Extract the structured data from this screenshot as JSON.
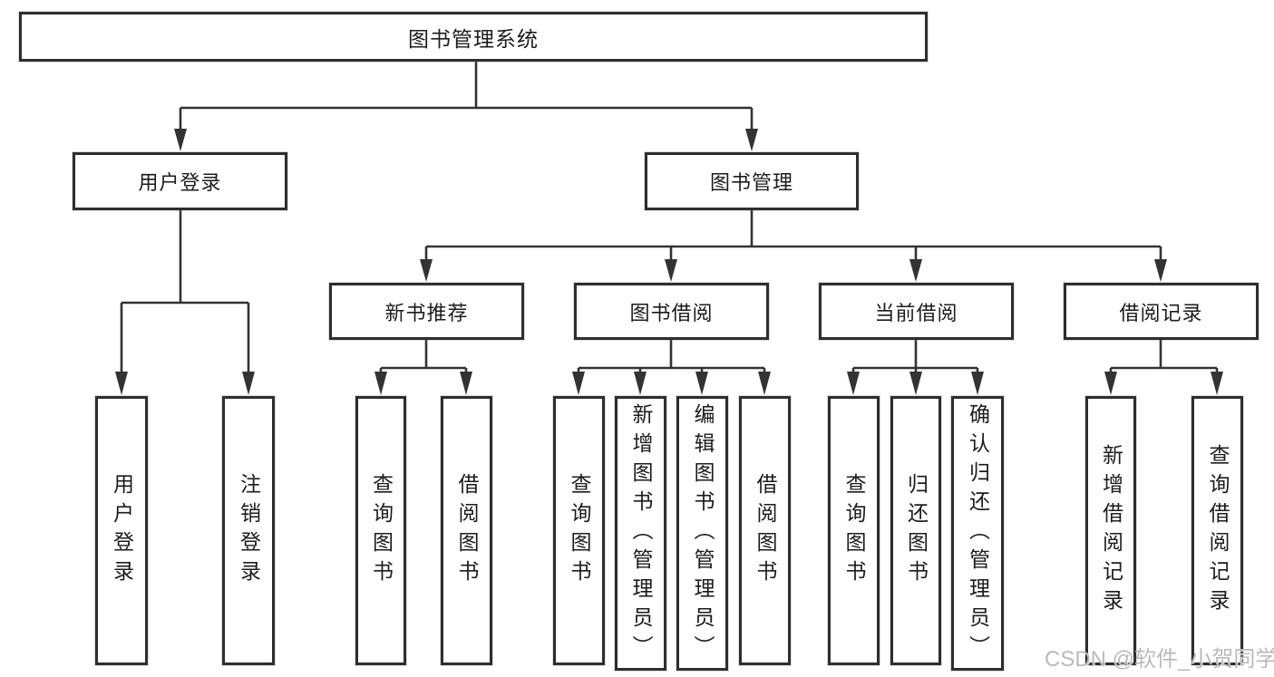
{
  "diagram": {
    "type": "hierarchy-tree",
    "root": {
      "label": "图书管理系统"
    },
    "level2": [
      {
        "label": "用户登录"
      },
      {
        "label": "图书管理"
      }
    ],
    "level3": [
      {
        "label": "新书推荐",
        "parent": "图书管理"
      },
      {
        "label": "图书借阅",
        "parent": "图书管理"
      },
      {
        "label": "当前借阅",
        "parent": "图书管理"
      },
      {
        "label": "借阅记录",
        "parent": "图书管理"
      }
    ],
    "leaves": [
      {
        "label": "用户登录",
        "parent": "用户登录"
      },
      {
        "label": "注销登录",
        "parent": "用户登录"
      },
      {
        "label": "查询图书",
        "parent": "新书推荐"
      },
      {
        "label": "借阅图书",
        "parent": "新书推荐"
      },
      {
        "label": "查询图书",
        "parent": "图书借阅"
      },
      {
        "label": "新增图书（管理员）",
        "parent": "图书借阅"
      },
      {
        "label": "编辑图书（管理员）",
        "parent": "图书借阅"
      },
      {
        "label": "借阅图书",
        "parent": "图书借阅"
      },
      {
        "label": "查询图书",
        "parent": "当前借阅"
      },
      {
        "label": "归还图书",
        "parent": "当前借阅"
      },
      {
        "label": "确认归还（管理员）",
        "parent": "当前借阅"
      },
      {
        "label": "新增借阅记录",
        "parent": "借阅记录"
      },
      {
        "label": "查询借阅记录",
        "parent": "借阅记录"
      }
    ]
  },
  "watermark": {
    "text": "CSDN @软件_小贺同学"
  },
  "colors": {
    "line": "#333333",
    "border": "#2e2e2e",
    "text": "#1c1c1c",
    "background": "#ffffff",
    "watermark": "#bababa"
  }
}
